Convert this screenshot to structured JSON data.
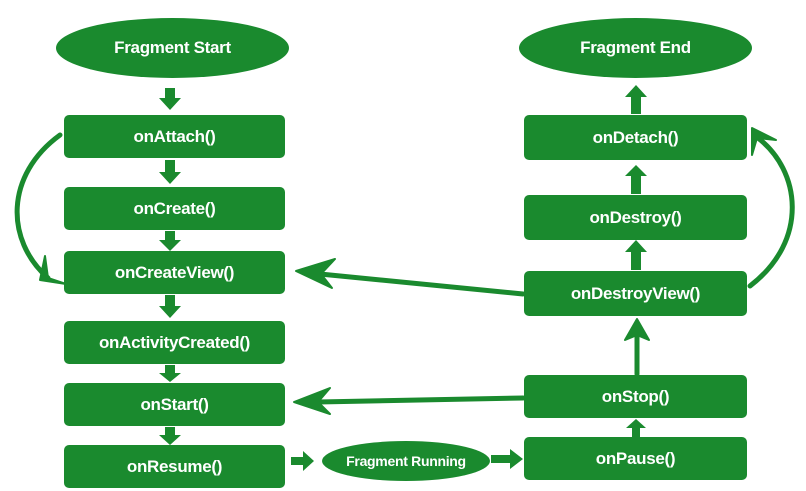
{
  "diagram": {
    "colors": {
      "node": "#1a8a2e",
      "arrow": "#1a8a2e",
      "text": "#ffffff",
      "background": "#ffffff"
    },
    "nodes": {
      "fragment_start": "Fragment Start",
      "on_attach": "onAttach()",
      "on_create": "onCreate()",
      "on_create_view": "onCreateView()",
      "on_activity_created": "onActivityCreated()",
      "on_start": "onStart()",
      "on_resume": "onResume()",
      "fragment_running": "Fragment Running",
      "on_pause": "onPause()",
      "on_stop": "onStop()",
      "on_destroy_view": "onDestroyView()",
      "on_destroy": "onDestroy()",
      "on_detach": "onDetach()",
      "fragment_end": "Fragment End"
    },
    "edges": [
      {
        "from": "fragment_start",
        "to": "on_attach"
      },
      {
        "from": "on_attach",
        "to": "on_create"
      },
      {
        "from": "on_create",
        "to": "on_create_view"
      },
      {
        "from": "on_attach",
        "to": "on_create_view"
      },
      {
        "from": "on_create_view",
        "to": "on_activity_created"
      },
      {
        "from": "on_activity_created",
        "to": "on_start"
      },
      {
        "from": "on_start",
        "to": "on_resume"
      },
      {
        "from": "on_resume",
        "to": "fragment_running"
      },
      {
        "from": "fragment_running",
        "to": "on_pause"
      },
      {
        "from": "on_pause",
        "to": "on_stop"
      },
      {
        "from": "on_stop",
        "to": "on_start"
      },
      {
        "from": "on_stop",
        "to": "on_destroy_view"
      },
      {
        "from": "on_destroy_view",
        "to": "on_create_view"
      },
      {
        "from": "on_destroy_view",
        "to": "on_destroy"
      },
      {
        "from": "on_destroy_view",
        "to": "on_detach"
      },
      {
        "from": "on_destroy",
        "to": "on_detach"
      },
      {
        "from": "on_detach",
        "to": "fragment_end"
      }
    ]
  }
}
